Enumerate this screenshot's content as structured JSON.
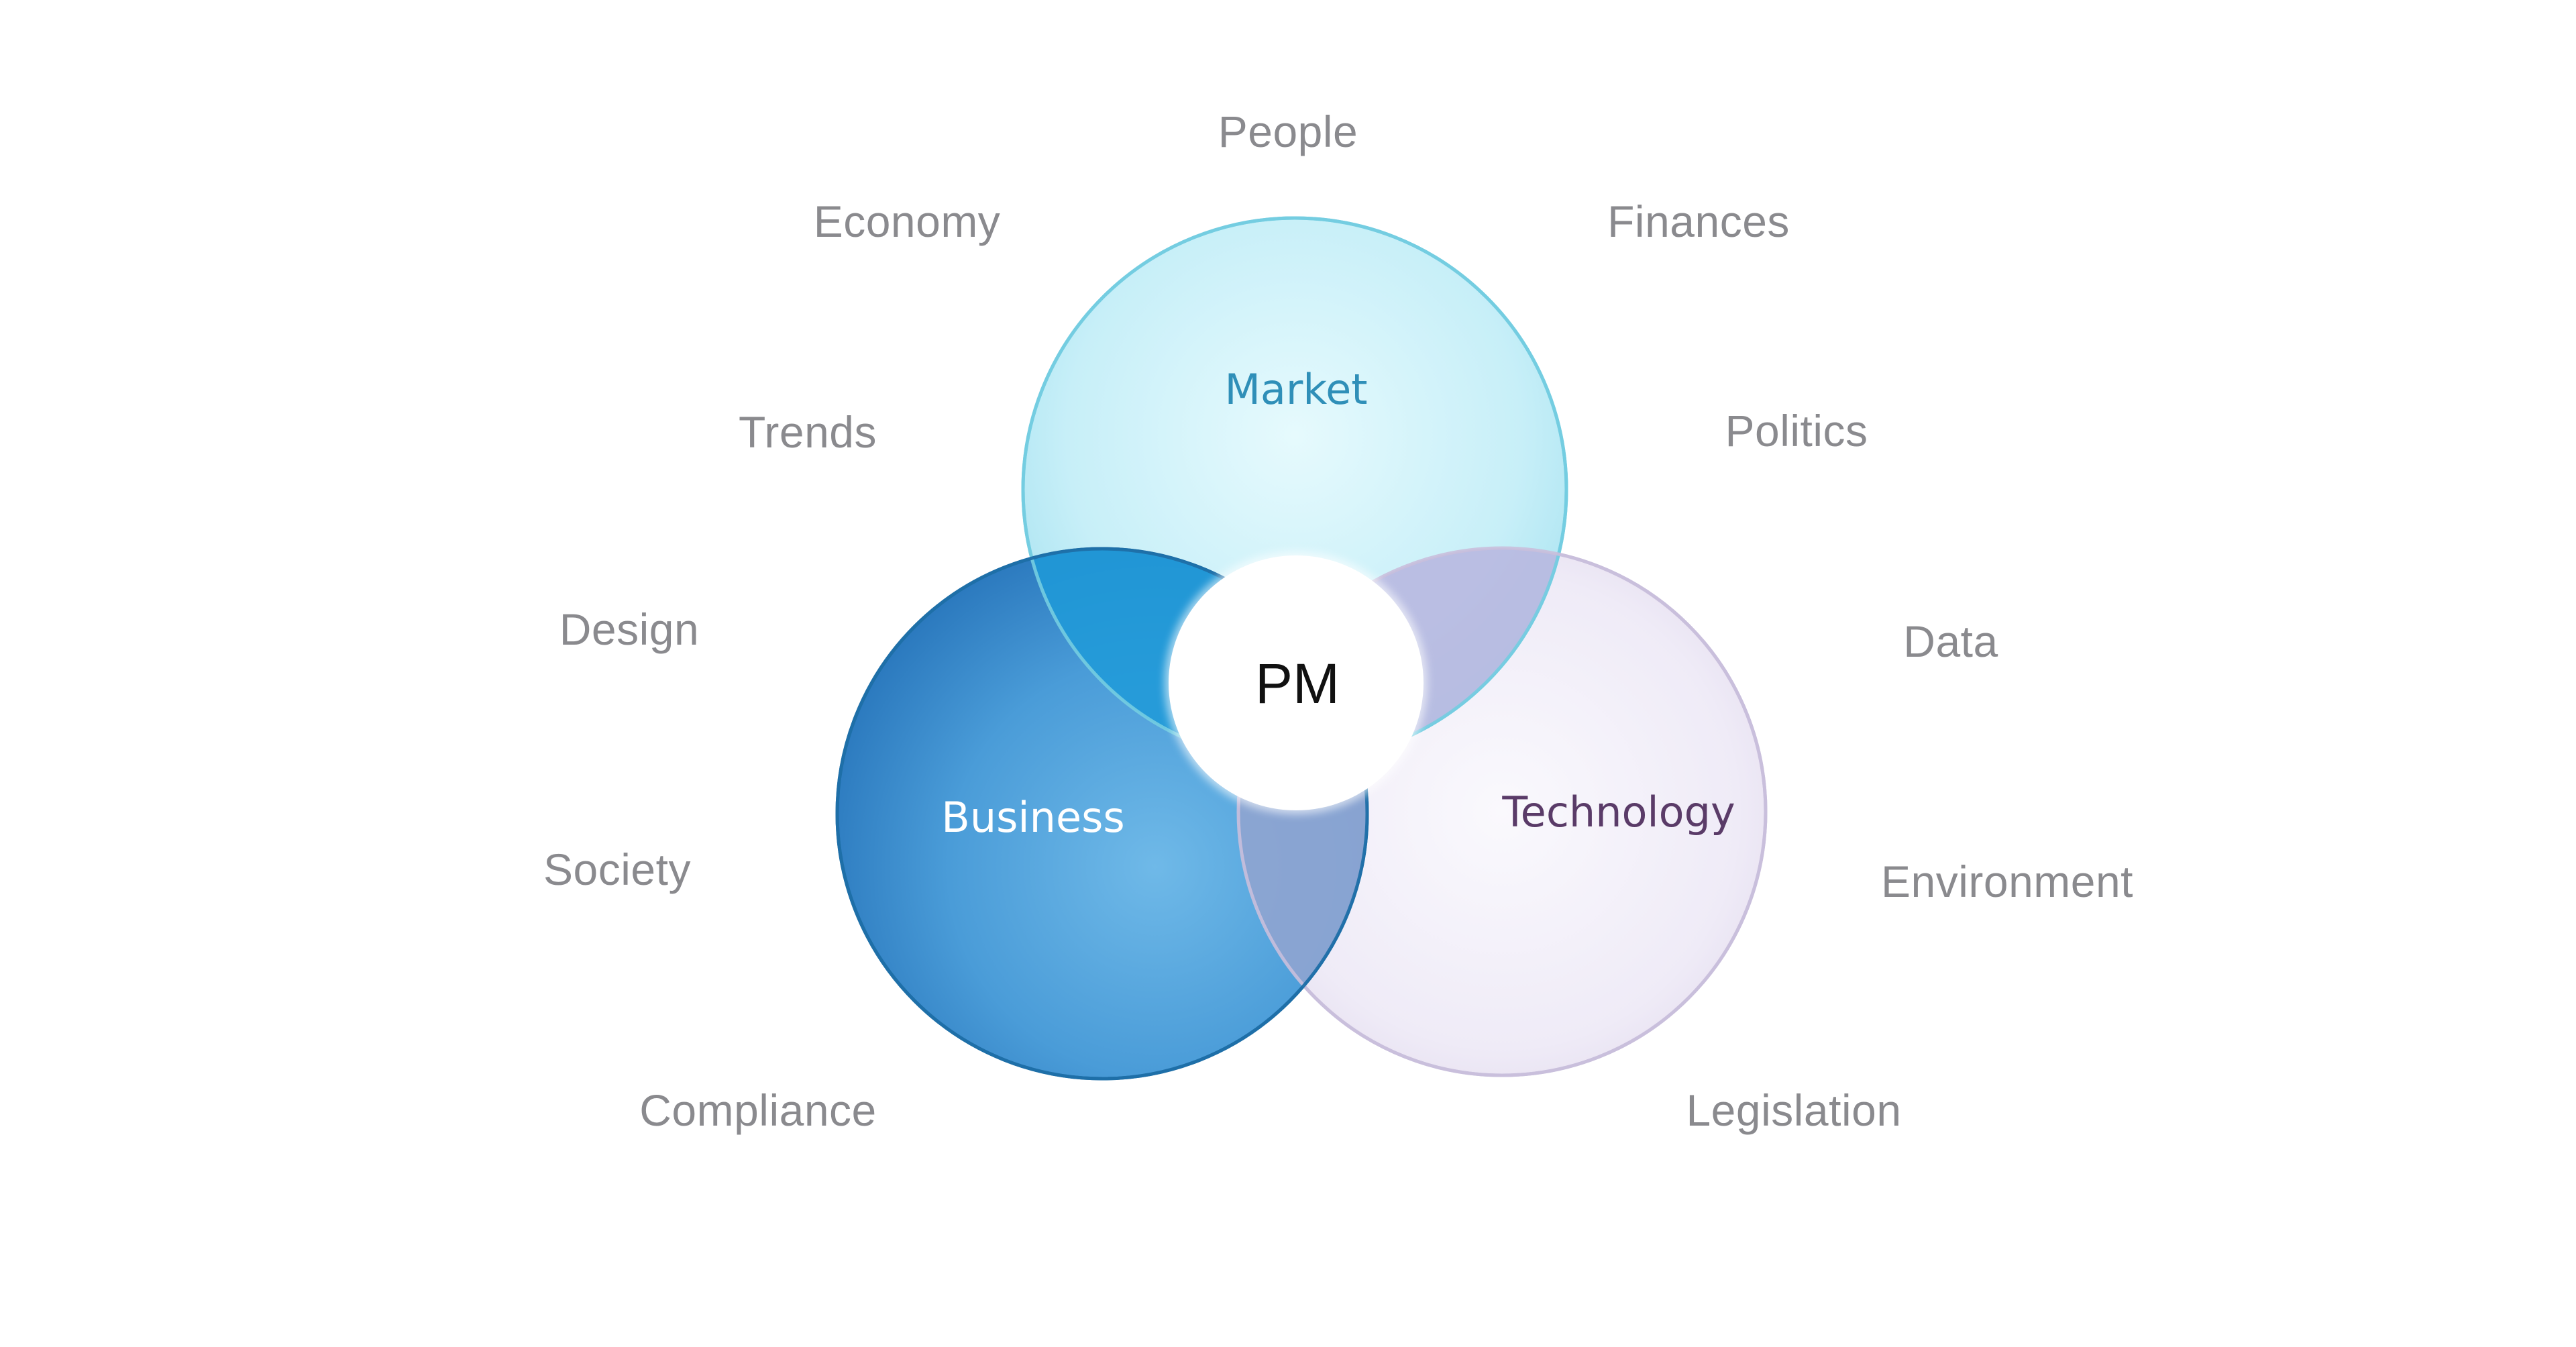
{
  "diagram": {
    "center_label": "PM",
    "circles": [
      {
        "key": "market",
        "label": "Market",
        "label_color": "#2f8fb8"
      },
      {
        "key": "business",
        "label": "Business",
        "label_color": "#ffffff"
      },
      {
        "key": "technology",
        "label": "Technology",
        "label_color": "#5a3b68"
      }
    ],
    "outer_labels": {
      "people": "People",
      "economy": "Economy",
      "finances": "Finances",
      "trends": "Trends",
      "politics": "Politics",
      "design": "Design",
      "data": "Data",
      "society": "Society",
      "environment": "Environment",
      "compliance": "Compliance",
      "legislation": "Legislation"
    },
    "colors": {
      "market_fill": "#c9f0f8",
      "market_stroke": "#74cde1",
      "business_fill": "#3f93d2",
      "business_stroke": "#1f6fa8",
      "technology_fill": "#f1eef8",
      "technology_stroke": "#c9bfdc",
      "outer_text": "#8a8a8e",
      "center_text": "#111111"
    }
  }
}
